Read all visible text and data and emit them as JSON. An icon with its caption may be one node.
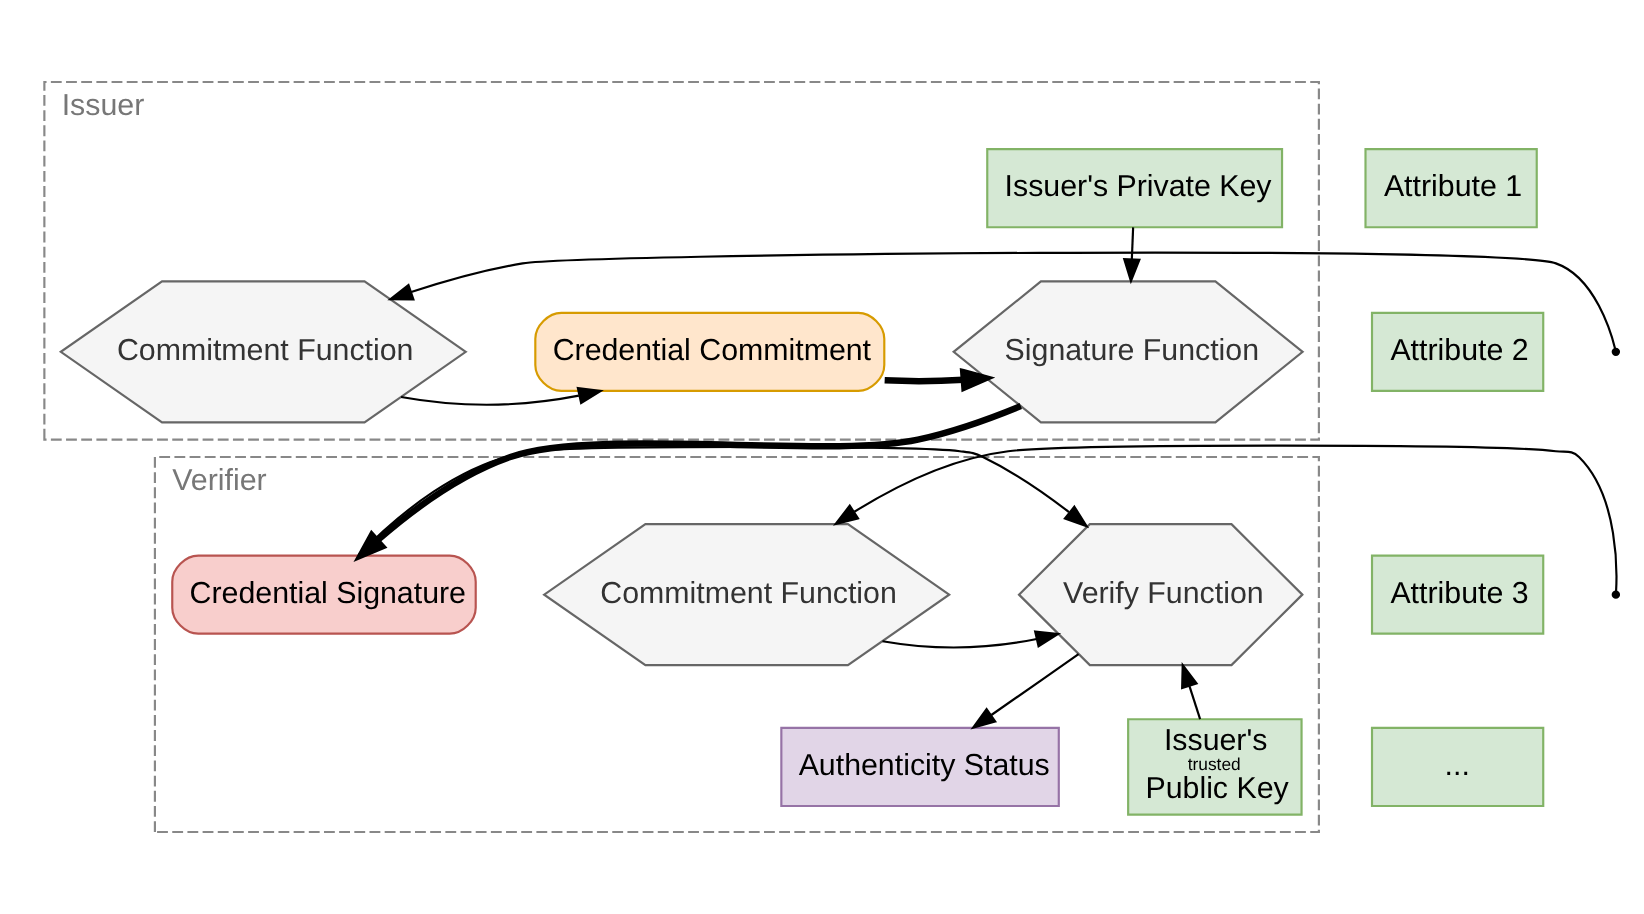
{
  "diagram": {
    "nodes": [
      {
        "text": [
          "Issuer"
        ]
      },
      {
        "text": [
          "Commitment Function"
        ],
        "in": 0
      },
      {
        "text": [
          "Credential Commitment"
        ],
        "in": 0
      },
      {
        "text": [
          "Signature Function"
        ],
        "in": 0
      },
      {
        "text": [
          "Issuer's Private Key"
        ],
        "in": 0
      },
      {
        "text": [
          "Verifier"
        ]
      },
      {
        "text": [
          "Commitment Function"
        ],
        "in": 5
      },
      {
        "text": [
          "Verify Function"
        ],
        "in": 5
      },
      {
        "text": [
          "Credential Signature"
        ],
        "in": 5
      },
      {
        "text": [
          "Authenticity Status"
        ],
        "in": 5
      },
      {
        "text": [
          "Issuer's",
          "trusted",
          "Public Key"
        ],
        "in": 5
      },
      {
        "text": [
          "Attribute 1"
        ]
      },
      {
        "text": [
          "Attribute 2"
        ]
      },
      {
        "text": [
          "Attribute 3"
        ]
      },
      {
        "text": [
          "..."
        ]
      }
    ],
    "edges": [
      {
        "from": null,
        "to": 1,
        "arrow": "to"
      },
      {
        "from": null,
        "to": 6,
        "arrow": "to"
      },
      {
        "from": 1,
        "to": 2,
        "arrow": "to"
      },
      {
        "from": 2,
        "to": 3,
        "arrow": "to",
        "style": "thick"
      },
      {
        "from": 4,
        "to": 3,
        "arrow": "to"
      },
      {
        "from": 3,
        "to": 8,
        "arrow": "to",
        "style": "thick"
      },
      {
        "from": 6,
        "to": 7,
        "arrow": "to"
      },
      {
        "from": 8,
        "to": 7,
        "arrow": "to"
      },
      {
        "from": 10,
        "to": 7,
        "arrow": "to"
      },
      {
        "from": 7,
        "to": 9,
        "arrow": "to"
      }
    ]
  }
}
